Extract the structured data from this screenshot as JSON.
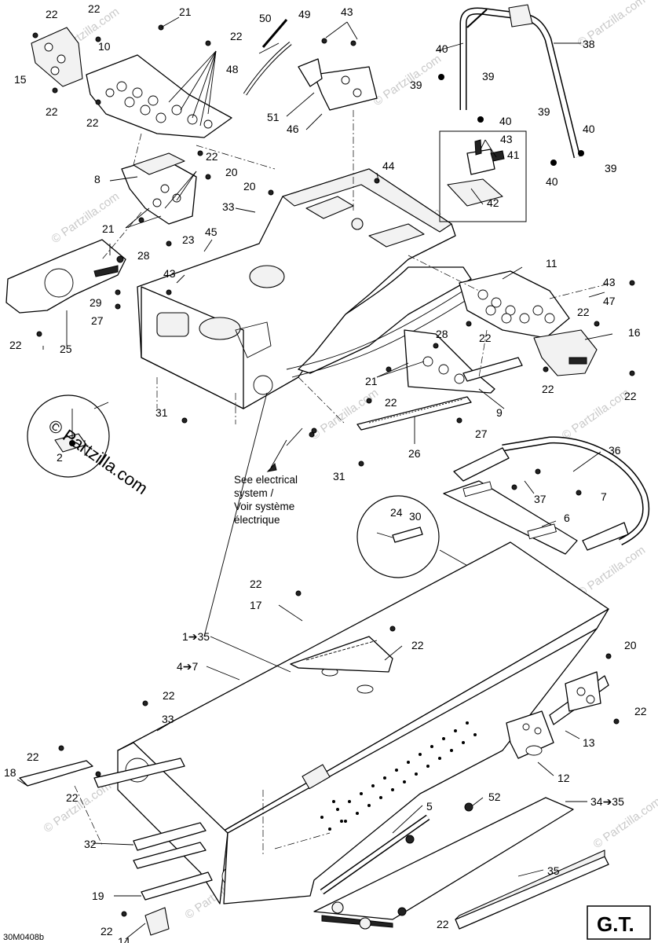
{
  "callouts": {
    "c1_35": "1➔35",
    "c4_7": "4➔7",
    "c34_35": "34➔35",
    "c2": "2",
    "c5": "5",
    "c6": "6",
    "c7": "7",
    "c8": "8",
    "c9": "9",
    "c10": "10",
    "c11": "11",
    "c12": "12",
    "c13": "13",
    "c14": "14",
    "c15": "15",
    "c16": "16",
    "c17": "17",
    "c18": "18",
    "c19": "19",
    "c20": "20",
    "c21": "21",
    "c22": "22",
    "c23": "23",
    "c24": "24",
    "c25": "25",
    "c26": "26",
    "c27": "27",
    "c28": "28",
    "c29": "29",
    "c30": "30",
    "c31": "31",
    "c32": "32",
    "c33": "33",
    "c35": "35",
    "c36": "36",
    "c37": "37",
    "c38": "38",
    "c39": "39",
    "c40": "40",
    "c41": "41",
    "c42": "42",
    "c43": "43",
    "c44": "44",
    "c45": "45",
    "c46": "46",
    "c47": "47",
    "c48": "48",
    "c49": "49",
    "c50": "50",
    "c51": "51",
    "c52": "52"
  },
  "electrical_note": {
    "line1": "See electrical",
    "line2": "system /",
    "line3": "Voir système",
    "line4": "électrique"
  },
  "watermark": {
    "brand": "© Partzilla.com",
    "small": "© Partzilla.com"
  },
  "model_badge": "G.T.",
  "drawing_code": "30M0408b"
}
